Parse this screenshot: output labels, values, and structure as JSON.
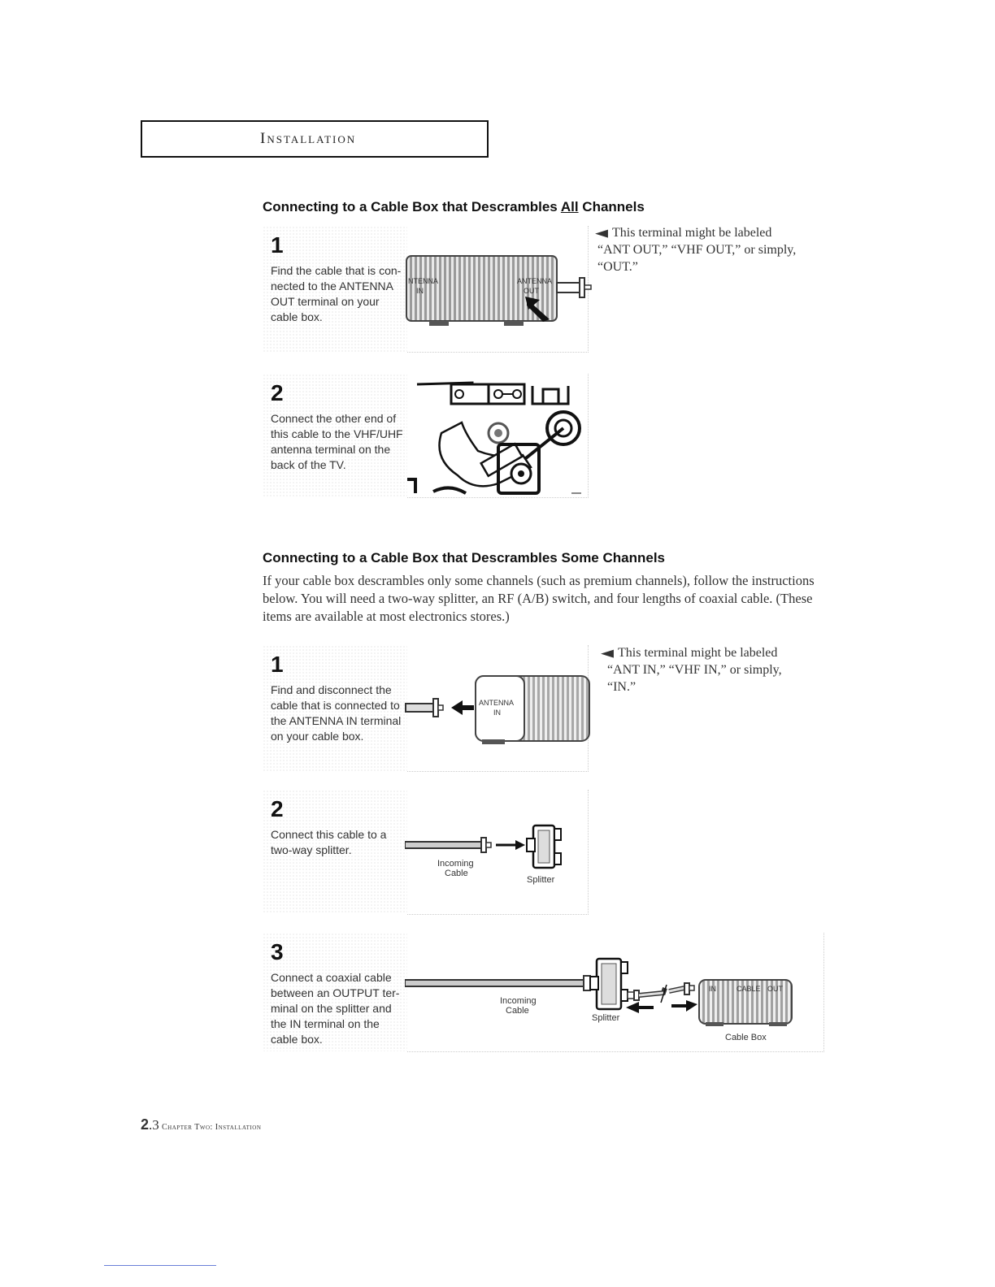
{
  "header": {
    "title": "Installation"
  },
  "section1": {
    "title_before": "Connecting to a Cable Box that Descrambles ",
    "title_emphasis": "All",
    "title_after": " Channels",
    "note_line1": "This terminal might be labeled",
    "note_line2": "“ANT OUT,” “VHF OUT,” or simply,",
    "note_line3": "“OUT.”",
    "step1": {
      "number": "1",
      "text": "Find the cable that is con-nected to the ANTENNA OUT terminal on your cable box.",
      "label_in_a": "NTENNA",
      "label_in_b": "IN",
      "label_out_a": "ANTENNA",
      "label_out_b": "OUT"
    },
    "step2": {
      "number": "2",
      "text": "Connect the other end of this cable to the VHF/UHF antenna terminal on the back of the TV."
    }
  },
  "section2": {
    "title": "Connecting to a Cable Box that Descrambles Some Channels",
    "intro": "If your cable box descrambles only some channels (such as premium channels), follow the instructions below. You will need a two-way splitter, an RF (A/B) switch, and four lengths of coaxial cable. (These items are available at most electronics stores.)",
    "note_line1": "This terminal might be labeled",
    "note_line2": "“ANT IN,” “VHF IN,” or simply,",
    "note_line3": "“IN.”",
    "step1": {
      "number": "1",
      "text": "Find and disconnect the cable that is connected to the ANTENNA IN terminal on your cable box.",
      "label_a": "ANTENNA",
      "label_b": "IN"
    },
    "step2": {
      "number": "2",
      "text": "Connect this cable to a two-way splitter.",
      "label_incoming_a": "Incoming",
      "label_incoming_b": "Cable",
      "label_splitter": "Splitter"
    },
    "step3": {
      "number": "3",
      "text": "Connect a coaxial cable between an OUTPUT ter-minal on the splitter and the IN terminal on the cable box.",
      "label_incoming_a": "Incoming",
      "label_incoming_b": "Cable",
      "label_splitter": "Splitter",
      "label_cablebox": "Cable Box",
      "label_in": "IN",
      "label_cable": "CABLE",
      "label_out": "OUT"
    }
  },
  "footer": {
    "page": "2",
    "page_sub": ".3",
    "chapter": "Chapter Two: Installation"
  }
}
